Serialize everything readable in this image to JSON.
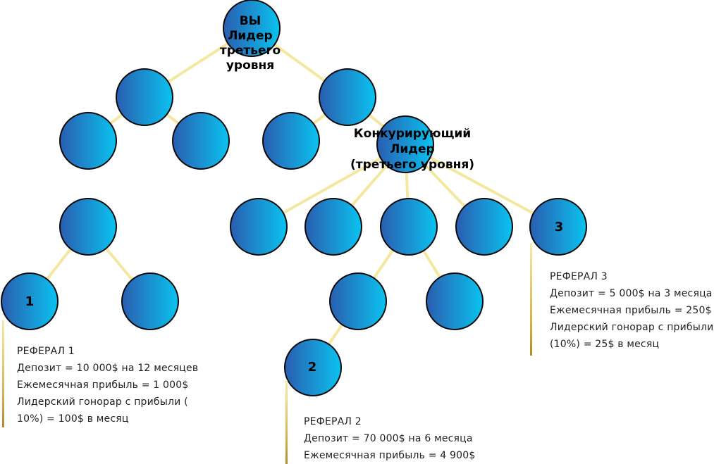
{
  "nodes": {
    "top": {
      "label": "ВЫ\nЛидер\nтретьего\nуровня"
    },
    "competitor": {
      "label": "Конкурирующий\nЛидер\n(третьего уровня)"
    },
    "referral_1": {
      "number": "1"
    },
    "referral_2": {
      "number": "2"
    },
    "referral_3": {
      "number": "3"
    }
  },
  "referral_1_info": {
    "lines": [
      "РЕФЕРАЛ 1",
      "Депозит = 10 000$ на 12 месяцев",
      "Ежемесячная прибыль = 1 000$",
      "Лидерский гонорар с прибыли (",
      "10%) = 100$ в месяц"
    ]
  },
  "referral_2_info": {
    "lines": [
      "РЕФЕРАЛ 2",
      "Депозит = 70 000$  на 6 месяца",
      "Ежемесячная прибыль  = 4 900$"
    ]
  },
  "referral_3_info": {
    "lines": [
      "РЕФЕРАЛ 3",
      "Депозит = 5 000$ на 3 месяца",
      "Ежемесячная прибыль  = 250$",
      "Лидерский гонорар с прибыли",
      "(10%) = 25$ в месяц"
    ]
  },
  "colors": {
    "node_gradient_start": "#2a5db0",
    "node_gradient_end": "#0ac3f0",
    "connector": "#f4e8a0",
    "leader_line": "#c9a23c"
  }
}
